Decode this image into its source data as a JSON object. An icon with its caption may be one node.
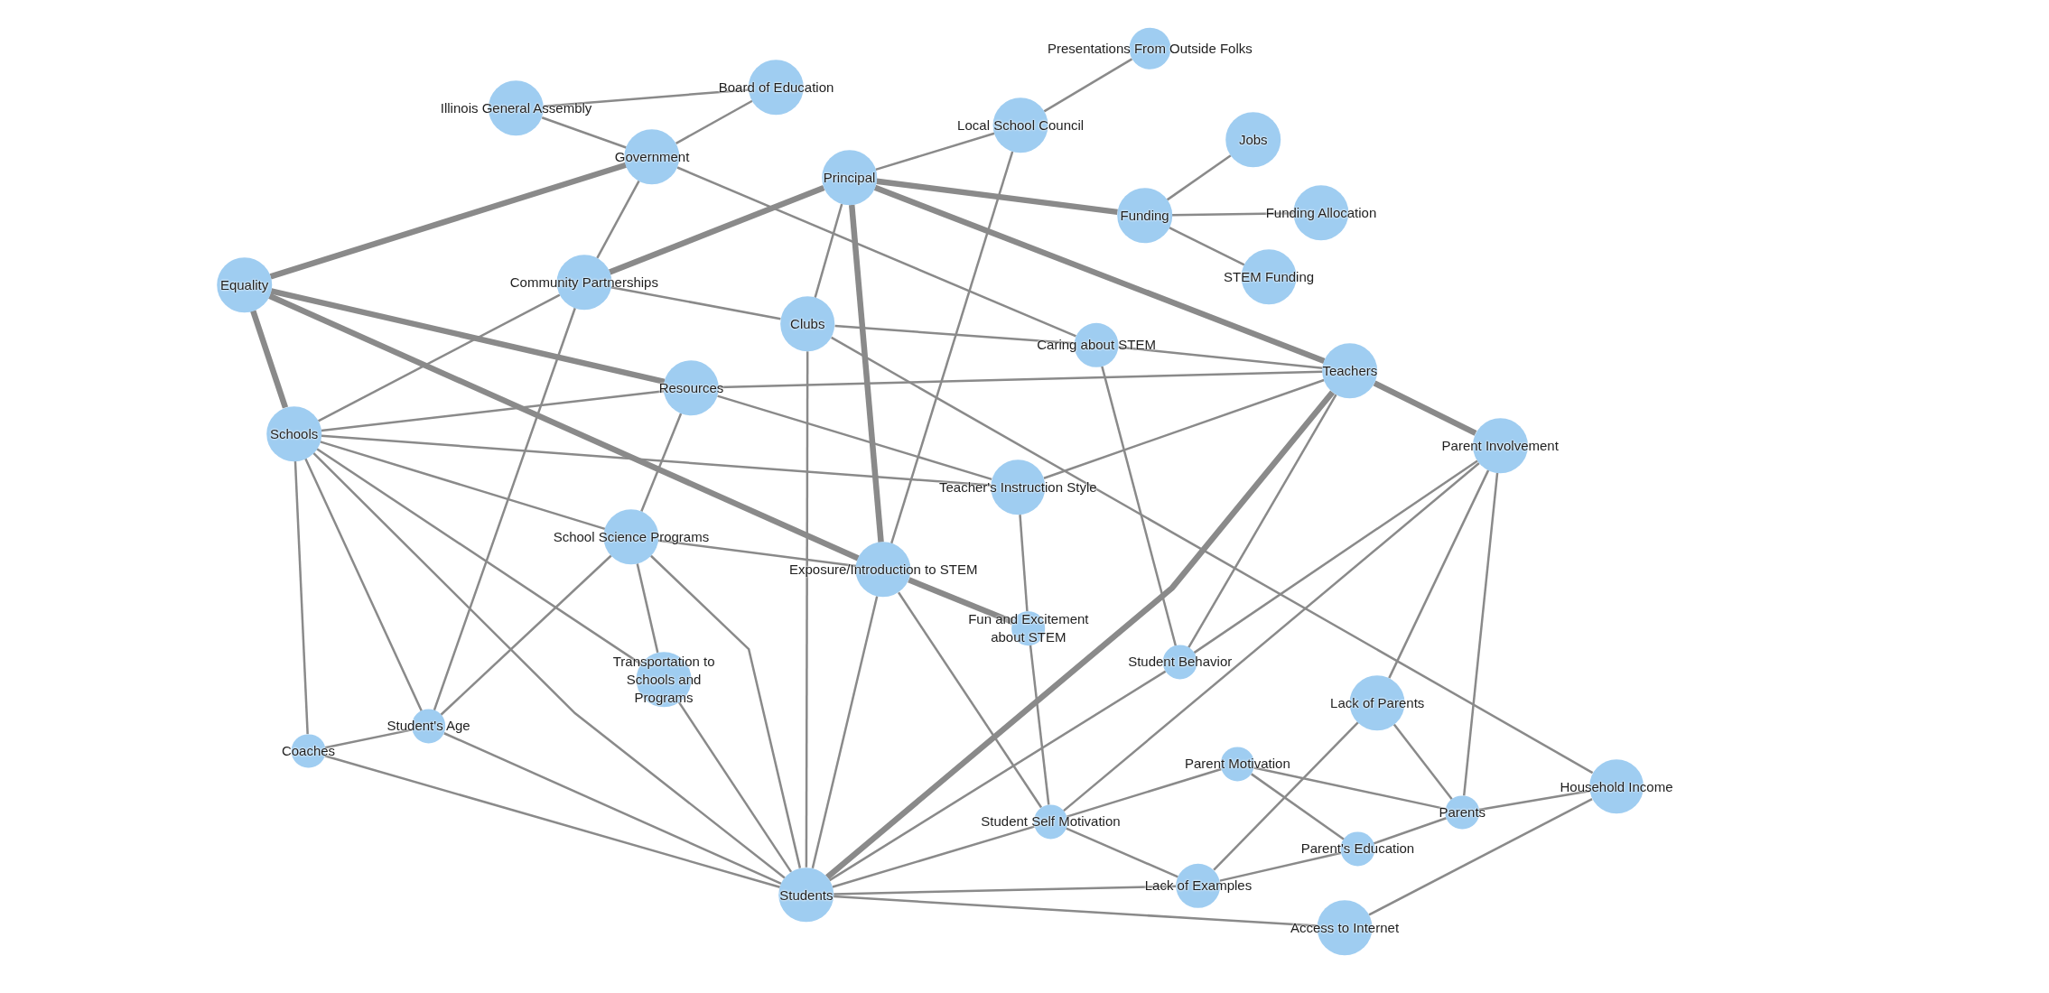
{
  "diagram": {
    "nodes": [
      {
        "text": [
          "Presentations From Outside Folks"
        ]
      },
      {
        "text": [
          "Illinois General Assembly"
        ]
      },
      {
        "text": [
          "Board of Education"
        ]
      },
      {
        "text": [
          "Government"
        ]
      },
      {
        "text": [
          "Local School Council"
        ]
      },
      {
        "text": [
          "Jobs"
        ]
      },
      {
        "text": [
          "Principal"
        ]
      },
      {
        "text": [
          "Funding"
        ]
      },
      {
        "text": [
          "Funding Allocation"
        ]
      },
      {
        "text": [
          "STEM Funding"
        ]
      },
      {
        "text": [
          "Equality"
        ]
      },
      {
        "text": [
          "Community Partnerships"
        ]
      },
      {
        "text": [
          "Clubs"
        ]
      },
      {
        "text": [
          "Caring about STEM"
        ]
      },
      {
        "text": [
          "Teachers"
        ]
      },
      {
        "text": [
          "Resources"
        ]
      },
      {
        "text": [
          "Schools"
        ]
      },
      {
        "text": [
          "Parent Involvement"
        ]
      },
      {
        "text": [
          "Teacher's Instruction Style"
        ]
      },
      {
        "text": [
          "School Science Programs"
        ]
      },
      {
        "text": [
          "Exposure/Introduction to STEM"
        ]
      },
      {
        "text": [
          "Fun and Excitement about STEM"
        ]
      },
      {
        "text": [
          "Student Behavior"
        ]
      },
      {
        "text": [
          "Transportation to Schools and Programs"
        ]
      },
      {
        "text": [
          "Lack of Parents"
        ]
      },
      {
        "text": [
          "Student's Age"
        ]
      },
      {
        "text": [
          "Coaches"
        ]
      },
      {
        "text": [
          "Parent Motivation"
        ]
      },
      {
        "text": [
          "Household Income"
        ]
      },
      {
        "text": [
          "Parents"
        ]
      },
      {
        "text": [
          "Student Self Motivation"
        ]
      },
      {
        "text": [
          "Parent's Education"
        ]
      },
      {
        "text": [
          "Lack of Examples"
        ]
      },
      {
        "text": [
          "Students"
        ]
      },
      {
        "text": [
          "Access to Internet"
        ]
      }
    ],
    "edges": [
      {
        "from": 1,
        "to": 2,
        "arrow": "none"
      },
      {
        "from": 1,
        "to": 3,
        "arrow": "none"
      },
      {
        "from": 2,
        "to": 3,
        "arrow": "none"
      },
      {
        "from": 3,
        "to": 10,
        "arrow": "none",
        "style": "thick"
      },
      {
        "from": 3,
        "to": 11,
        "arrow": "none"
      },
      {
        "from": 3,
        "to": 13,
        "arrow": "none"
      },
      {
        "from": 0,
        "to": 4,
        "arrow": "none"
      },
      {
        "from": 4,
        "to": 6,
        "arrow": "none"
      },
      {
        "from": 4,
        "to": 20,
        "arrow": "none"
      },
      {
        "from": 6,
        "to": 11,
        "arrow": "none",
        "style": "thick"
      },
      {
        "from": 6,
        "to": 7,
        "arrow": "none",
        "style": "thick"
      },
      {
        "from": 6,
        "to": 14,
        "arrow": "none",
        "style": "thick"
      },
      {
        "from": 6,
        "to": 12,
        "arrow": "none"
      },
      {
        "from": 6,
        "to": 20,
        "arrow": "none",
        "style": "thick"
      },
      {
        "from": 7,
        "to": 5,
        "arrow": "none"
      },
      {
        "from": 7,
        "to": 8,
        "arrow": "none"
      },
      {
        "from": 7,
        "to": 9,
        "arrow": "none"
      },
      {
        "from": 10,
        "to": 16,
        "arrow": "none",
        "style": "thick"
      },
      {
        "from": 10,
        "to": 15,
        "arrow": "none",
        "style": "thick"
      },
      {
        "from": 10,
        "to": 20,
        "arrow": "none",
        "style": "thick"
      },
      {
        "from": 11,
        "to": 12,
        "arrow": "none"
      },
      {
        "from": 11,
        "to": 16,
        "arrow": "none"
      },
      {
        "from": 11,
        "to": 25,
        "arrow": "none"
      },
      {
        "from": 12,
        "to": 13,
        "arrow": "none"
      },
      {
        "from": 13,
        "to": 14,
        "arrow": "none"
      },
      {
        "from": 12,
        "to": 33,
        "arrow": "none"
      },
      {
        "from": 12,
        "to": 28,
        "arrow": "none"
      },
      {
        "from": 13,
        "to": 22,
        "arrow": "none"
      },
      {
        "from": 15,
        "to": 14,
        "arrow": "none"
      },
      {
        "from": 18,
        "to": 14,
        "arrow": "none"
      },
      {
        "from": 14,
        "to": 17,
        "arrow": "none",
        "style": "thick"
      },
      {
        "from": 14,
        "to": 33,
        "arrow": "none",
        "style": "thick"
      },
      {
        "from": 14,
        "to": 22,
        "arrow": "none"
      },
      {
        "from": 15,
        "to": 19,
        "arrow": "none"
      },
      {
        "from": 15,
        "to": 18,
        "arrow": "none"
      },
      {
        "from": 16,
        "to": 15,
        "arrow": "none"
      },
      {
        "from": 16,
        "to": 18,
        "arrow": "none"
      },
      {
        "from": 16,
        "to": 19,
        "arrow": "none"
      },
      {
        "from": 16,
        "to": 23,
        "arrow": "none"
      },
      {
        "from": 16,
        "to": 33,
        "arrow": "none"
      },
      {
        "from": 16,
        "to": 25,
        "arrow": "none"
      },
      {
        "from": 16,
        "to": 26,
        "arrow": "none"
      },
      {
        "from": 19,
        "to": 20,
        "arrow": "none"
      },
      {
        "from": 19,
        "to": 25,
        "arrow": "none"
      },
      {
        "from": 19,
        "to": 23,
        "arrow": "none"
      },
      {
        "from": 19,
        "to": 33,
        "arrow": "none"
      },
      {
        "from": 23,
        "to": 33,
        "arrow": "none"
      },
      {
        "from": 25,
        "to": 26,
        "arrow": "none"
      },
      {
        "from": 25,
        "to": 33,
        "arrow": "none"
      },
      {
        "from": 26,
        "to": 33,
        "arrow": "none"
      },
      {
        "from": 20,
        "to": 21,
        "arrow": "none",
        "style": "thick"
      },
      {
        "from": 20,
        "to": 33,
        "arrow": "none"
      },
      {
        "from": 20,
        "to": 30,
        "arrow": "none"
      },
      {
        "from": 18,
        "to": 21,
        "arrow": "none"
      },
      {
        "from": 21,
        "to": 30,
        "arrow": "none"
      },
      {
        "from": 22,
        "to": 33,
        "arrow": "none"
      },
      {
        "from": 17,
        "to": 22,
        "arrow": "none"
      },
      {
        "from": 17,
        "to": 30,
        "arrow": "none"
      },
      {
        "from": 17,
        "to": 24,
        "arrow": "none"
      },
      {
        "from": 17,
        "to": 29,
        "arrow": "none"
      },
      {
        "from": 30,
        "to": 27,
        "arrow": "none"
      },
      {
        "from": 30,
        "to": 32,
        "arrow": "none"
      },
      {
        "from": 30,
        "to": 33,
        "arrow": "none"
      },
      {
        "from": 27,
        "to": 29,
        "arrow": "none"
      },
      {
        "from": 27,
        "to": 31,
        "arrow": "none"
      },
      {
        "from": 24,
        "to": 29,
        "arrow": "none"
      },
      {
        "from": 24,
        "to": 32,
        "arrow": "none"
      },
      {
        "from": 29,
        "to": 28,
        "arrow": "none"
      },
      {
        "from": 29,
        "to": 31,
        "arrow": "none"
      },
      {
        "from": 31,
        "to": 32,
        "arrow": "none"
      },
      {
        "from": 28,
        "to": 34,
        "arrow": "none"
      },
      {
        "from": 33,
        "to": 32,
        "arrow": "none"
      },
      {
        "from": 33,
        "to": 34,
        "arrow": "none"
      }
    ]
  }
}
